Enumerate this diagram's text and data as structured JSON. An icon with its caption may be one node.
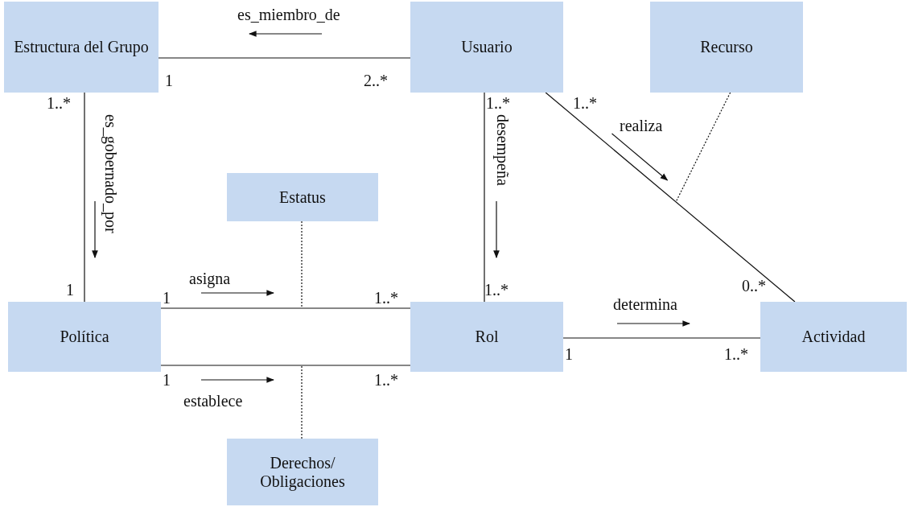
{
  "diagram": {
    "nodes": [
      {
        "text": [
          "Estructura del Grupo"
        ]
      },
      {
        "text": [
          "Usuario"
        ]
      },
      {
        "text": [
          "Recurso"
        ]
      },
      {
        "text": [
          "Estatus"
        ]
      },
      {
        "text": [
          "Política"
        ]
      },
      {
        "text": [
          "Rol"
        ]
      },
      {
        "text": [
          "Actividad"
        ]
      },
      {
        "text": [
          "Derechos/ Obligaciones"
        ]
      }
    ],
    "edges": [
      {
        "from": 1,
        "to": 0,
        "arrow": "none",
        "label": "es_miembro_de"
      },
      {
        "from": 0,
        "to": 4,
        "arrow": "none",
        "label": "es_gobernado_por"
      },
      {
        "from": 1,
        "to": 5,
        "arrow": "none",
        "label": "desempeña"
      },
      {
        "from": 1,
        "to": 6,
        "arrow": "none",
        "label": "realiza"
      },
      {
        "from": 4,
        "to": 5,
        "arrow": "none",
        "label": "asigna"
      },
      {
        "from": 4,
        "to": 5,
        "arrow": "none",
        "label": "establece"
      },
      {
        "from": 5,
        "to": 6,
        "arrow": "none",
        "label": "determina"
      },
      {
        "from": 2,
        "to": null,
        "arrow": "none",
        "style": "dashed"
      },
      {
        "from": 3,
        "to": null,
        "arrow": "none",
        "style": "dashed"
      },
      {
        "from": 7,
        "to": null,
        "arrow": "none",
        "style": "dashed"
      }
    ],
    "labels": [
      "1",
      "2..*",
      "1..*",
      "1..*",
      "1..*",
      "1",
      "1..*",
      "0..*",
      "1",
      "1..*",
      "1",
      "1..*",
      "1",
      "1..*"
    ]
  }
}
